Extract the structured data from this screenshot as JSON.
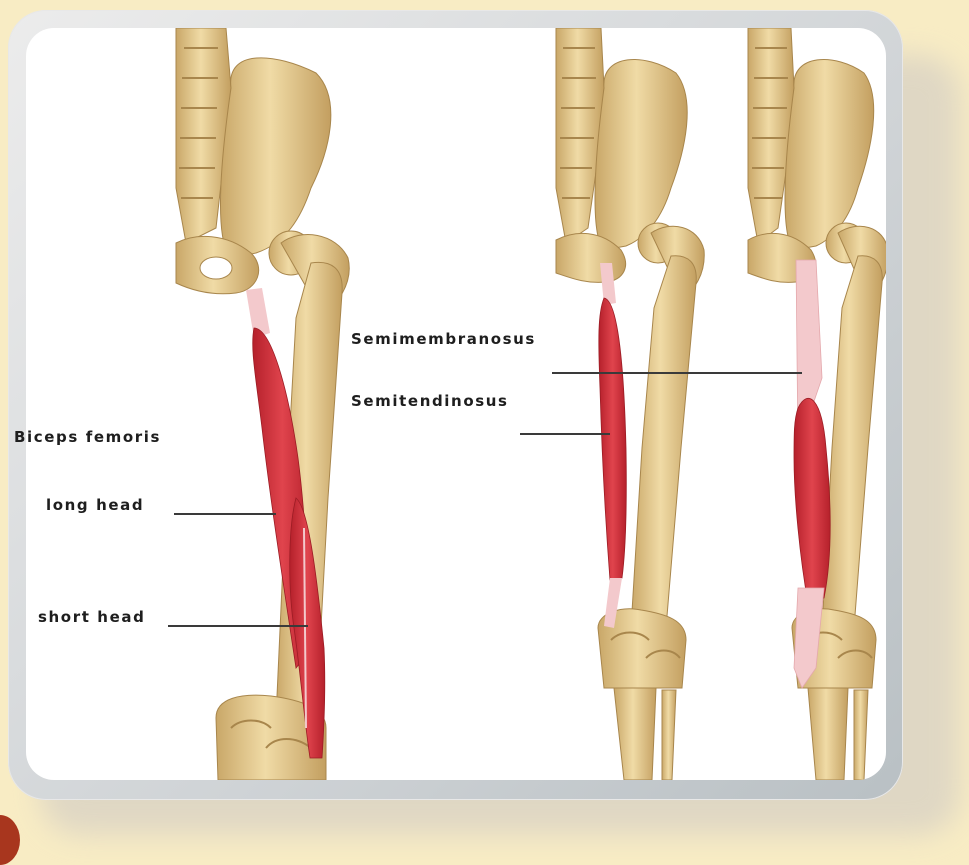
{
  "labels": {
    "biceps_femoris": "Biceps femoris",
    "long_head": "long head",
    "short_head": "short head",
    "semimembranosus": "Semimembranosus",
    "semitendinosus": "Semitendinosus"
  },
  "colors": {
    "page_background": "#f8ecc4",
    "bone": "#e9cf93",
    "bone_shadow": "#c7a56a",
    "muscle": "#d8313c",
    "tendon": "#f3c9cc",
    "leader_line": "#3a3a3a"
  }
}
